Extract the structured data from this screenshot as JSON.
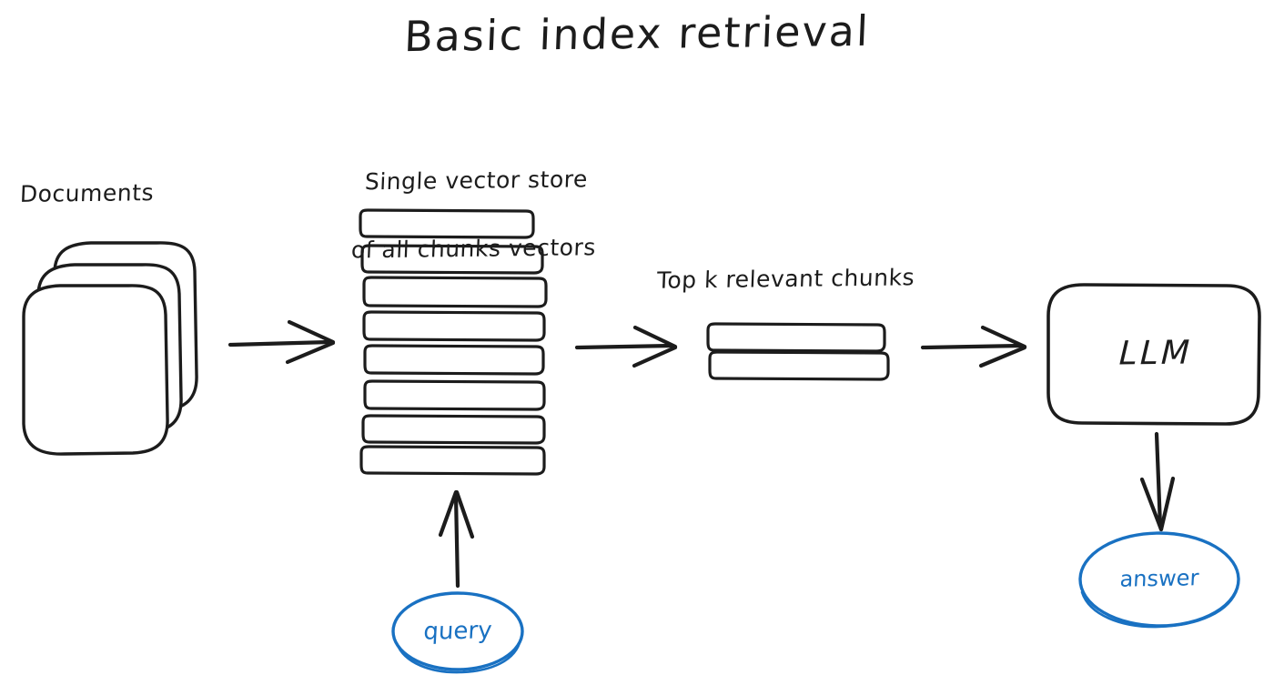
{
  "page": {
    "title": "Basic index retrieval",
    "background_color": "#ffffff",
    "ink_color": "#1c1c1c",
    "accent_color": "#1971c2",
    "style": "hand-drawn excalidraw sketch"
  },
  "nodes": {
    "documents": {
      "label": "Documents",
      "icon": "stacked-documents-icon",
      "sheet_count": 3
    },
    "vector_store": {
      "label_line_1": "Single vector store",
      "label_line_2": "of all chunks vectors",
      "chunk_bar_count": 8
    },
    "top_k": {
      "label": "Top k relevant chunks",
      "chunk_bar_count": 2
    },
    "llm": {
      "label": "LLM"
    },
    "query": {
      "label": "query",
      "color": "#1971c2"
    },
    "answer": {
      "label": "answer",
      "color": "#1971c2"
    }
  },
  "edges": [
    {
      "name": "documents-to-store",
      "from": "documents",
      "to": "vector_store",
      "direction": "right"
    },
    {
      "name": "store-to-topk",
      "from": "vector_store",
      "to": "top_k",
      "direction": "right"
    },
    {
      "name": "topk-to-llm",
      "from": "top_k",
      "to": "llm",
      "direction": "right"
    },
    {
      "name": "query-to-store",
      "from": "query",
      "to": "vector_store",
      "direction": "up"
    },
    {
      "name": "llm-to-answer",
      "from": "llm",
      "to": "answer",
      "direction": "down"
    }
  ]
}
